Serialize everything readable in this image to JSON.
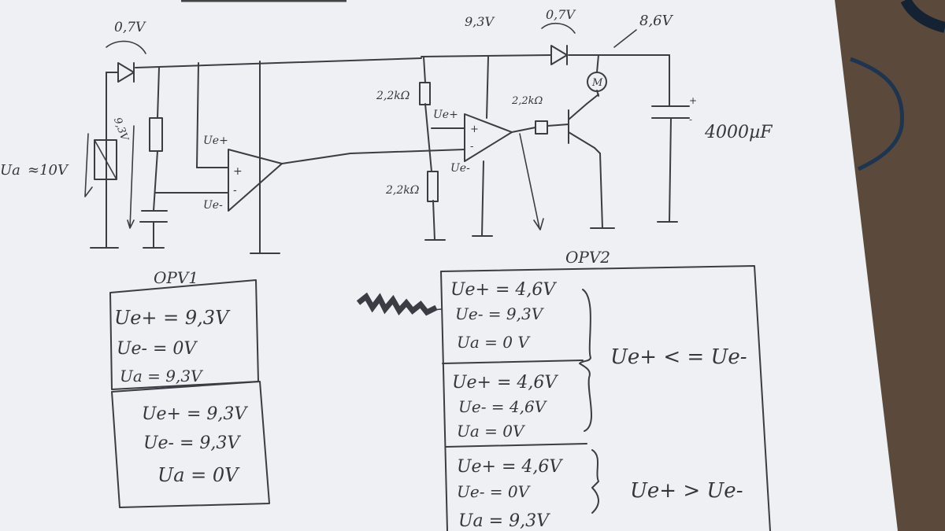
{
  "circuit": {
    "diode1_voltage": "0,7V",
    "solar_label": "Ua",
    "solar_voltage": "≈10V",
    "solar_arrow_voltage": "9,3V",
    "opv1_plus_label": "Ue+",
    "opv1_minus_label": "Ue-",
    "opv1_plus_sign": "+",
    "opv1_minus_sign": "-",
    "rail_voltage": "9,3V",
    "r1_value": "2,2kΩ",
    "r2_value": "2,2kΩ",
    "r_base_value": "2,2kΩ",
    "opv2_plus_label": "Ue+",
    "opv2_minus_label": "Ue-",
    "opv2_plus_sign": "+",
    "opv2_minus_sign": "-",
    "diode2_voltage": "0,7V",
    "motor_voltage": "8,6V",
    "motor_symbol": "M",
    "cap_value": "4000µF",
    "cap_plus": "+",
    "cap_minus": "-"
  },
  "opv1": {
    "title": "OPV1",
    "box1": [
      "Ue+  = 9,3V",
      "Ue-  = 0V",
      "Ua  =  9,3V"
    ],
    "box2": [
      "Ue+  = 9,3V",
      "Ue-  =  9,3V",
      "Ua = 0V"
    ]
  },
  "opv2": {
    "title": "OPV2",
    "box1": [
      "Ue+ = 4,6V",
      "Ue- =  9,3V",
      "Ua  =  0 V"
    ],
    "box2": [
      "Ue+ = 4,6V",
      "Ue- = 4,6V",
      "Ua  = 0V"
    ],
    "box3": [
      "Ue+ = 4,6V",
      "Ue- = 0V",
      "Ua  = 9,3V"
    ],
    "note1": "Ue+ < = Ue-",
    "note2": "Ue+ > Ue-"
  }
}
